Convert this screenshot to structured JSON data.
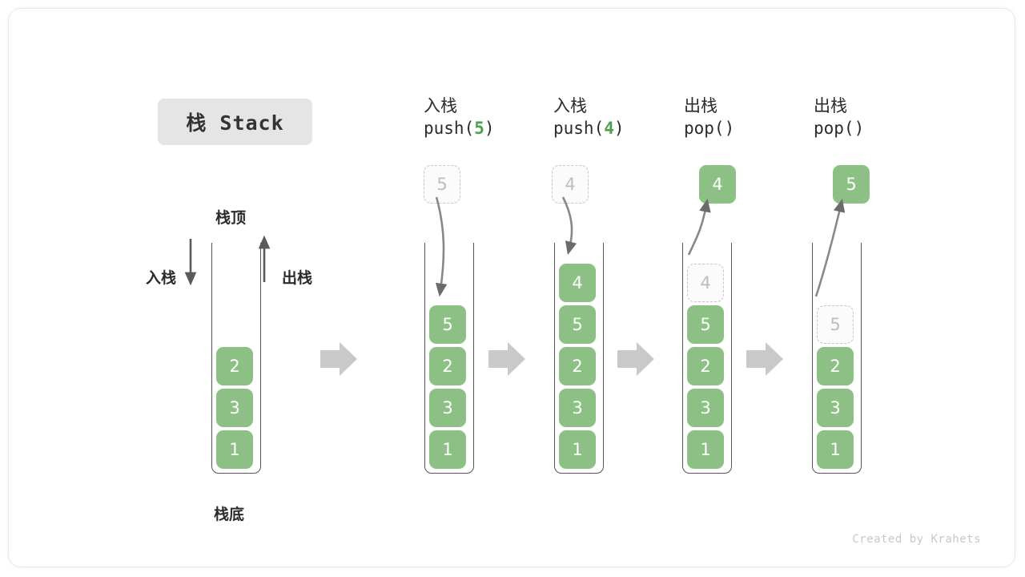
{
  "title": {
    "text": "栈 Stack"
  },
  "labels": {
    "top": "栈顶",
    "bottom": "栈底",
    "push_side": "入栈",
    "pop_side": "出栈"
  },
  "watermark": "Created by Krahets",
  "colors": {
    "cell_green": "#8cc084",
    "accent_green": "#4ca14c",
    "ghost_border": "#c6c6c6",
    "ghost_text": "#bdbdbd",
    "tube_stroke": "#555555",
    "flow_arrow": "#c9c9c9",
    "badge_bg": "#e5e5e5",
    "text_dark": "#2b2b2b"
  },
  "columns": [
    {
      "id": "initial",
      "head_cn": "",
      "head_code": "",
      "head_arg": "",
      "cells": [
        {
          "value": "2",
          "state": "solid"
        },
        {
          "value": "3",
          "state": "solid"
        },
        {
          "value": "1",
          "state": "solid"
        }
      ],
      "float": null
    },
    {
      "id": "push-5",
      "head_cn": "入栈",
      "head_code_prefix": "push(",
      "head_arg": "5",
      "head_code_suffix": ")",
      "cells": [
        {
          "value": "5",
          "state": "solid"
        },
        {
          "value": "2",
          "state": "solid"
        },
        {
          "value": "3",
          "state": "solid"
        },
        {
          "value": "1",
          "state": "solid"
        }
      ],
      "float": {
        "value": "5",
        "state": "ghost"
      }
    },
    {
      "id": "push-4",
      "head_cn": "入栈",
      "head_code_prefix": "push(",
      "head_arg": "4",
      "head_code_suffix": ")",
      "cells": [
        {
          "value": "4",
          "state": "solid"
        },
        {
          "value": "5",
          "state": "solid"
        },
        {
          "value": "2",
          "state": "solid"
        },
        {
          "value": "3",
          "state": "solid"
        },
        {
          "value": "1",
          "state": "solid"
        }
      ],
      "float": {
        "value": "4",
        "state": "ghost"
      }
    },
    {
      "id": "pop-4",
      "head_cn": "出栈",
      "head_code_prefix": "pop(",
      "head_arg": "",
      "head_code_suffix": ")",
      "cells": [
        {
          "value": "4",
          "state": "ghost"
        },
        {
          "value": "5",
          "state": "solid"
        },
        {
          "value": "2",
          "state": "solid"
        },
        {
          "value": "3",
          "state": "solid"
        },
        {
          "value": "1",
          "state": "solid"
        }
      ],
      "float": {
        "value": "4",
        "state": "solid"
      }
    },
    {
      "id": "pop-5",
      "head_cn": "出栈",
      "head_code_prefix": "pop(",
      "head_arg": "",
      "head_code_suffix": ")",
      "cells": [
        {
          "value": "5",
          "state": "ghost"
        },
        {
          "value": "2",
          "state": "solid"
        },
        {
          "value": "3",
          "state": "solid"
        },
        {
          "value": "1",
          "state": "solid"
        }
      ],
      "float": {
        "value": "5",
        "state": "solid"
      }
    }
  ],
  "flow_arrows": 4
}
